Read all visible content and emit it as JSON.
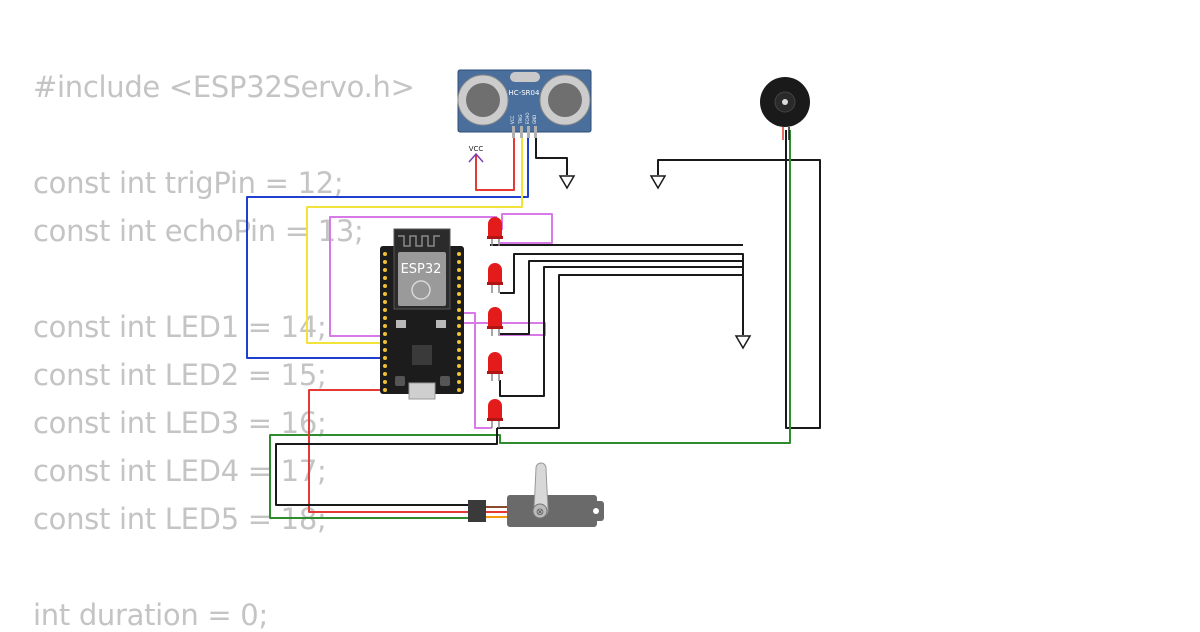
{
  "code": {
    "lines": [
      "#include <ESP32Servo.h>",
      "const int trigPin = 12;",
      "const int echoPin = 13;",
      "const int LED1 = 14;",
      "const int LED2 = 15;",
      "const int LED3 = 16;",
      "const int LED4 = 17;",
      "const int LED5 = 18;",
      "int duration = 0;"
    ]
  },
  "components": {
    "sensor_label": "HC-SR04",
    "sensor_pins": [
      "VCC",
      "TRIG",
      "ECHO",
      "GND"
    ],
    "mcu_label": "ESP32",
    "vcc_label": "VCC"
  },
  "colors": {
    "wire_red": "#e53935",
    "wire_black": "#1a1a1a",
    "wire_blue": "#1e3fd0",
    "wire_yellow": "#f2e33a",
    "wire_pink": "#d77ae8",
    "wire_green": "#2e8b2e",
    "sensor_board": "#4a6f9c",
    "mcu_board": "#1c1c1c",
    "led_red": "#e31b1b"
  }
}
